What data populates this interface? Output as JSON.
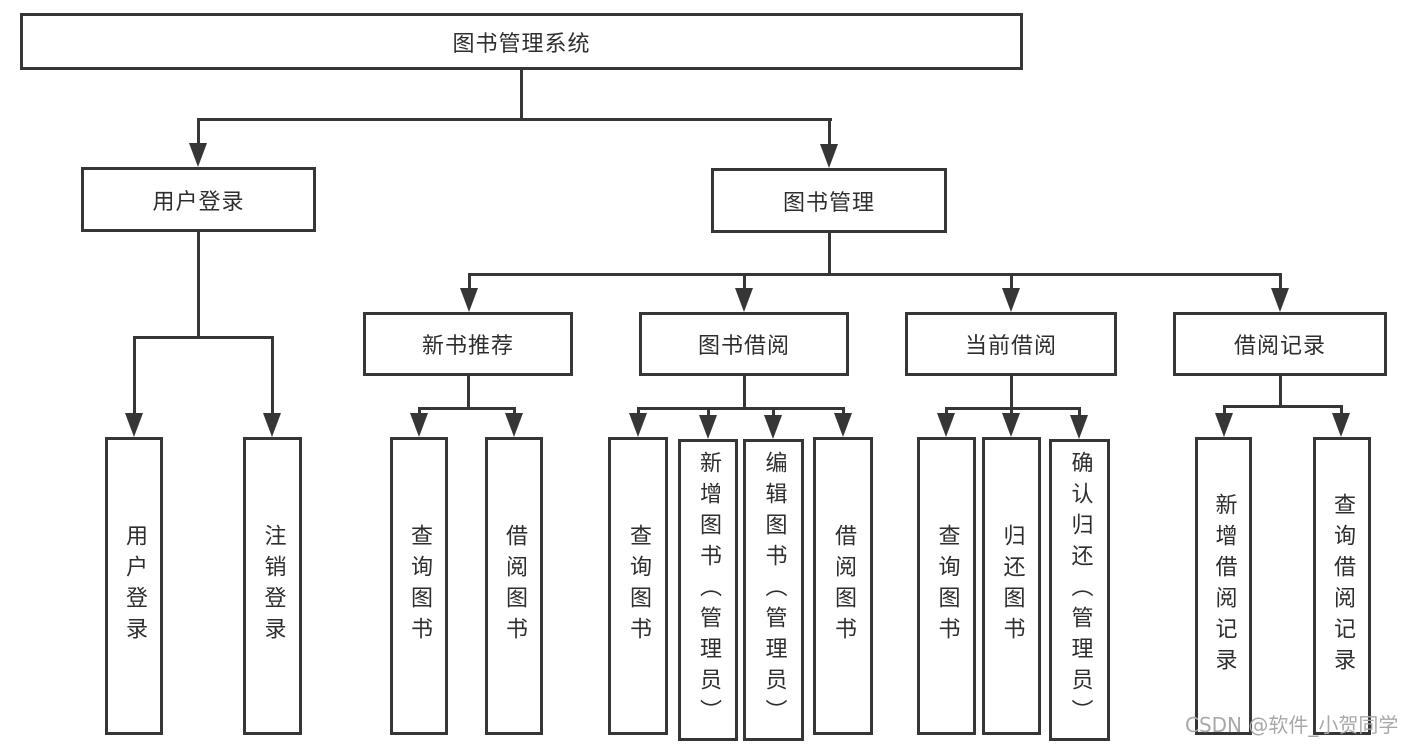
{
  "diagram": {
    "root": {
      "label": "图书管理系统"
    },
    "branches": [
      {
        "label": "用户登录",
        "children": [
          {
            "label": "用户登录"
          },
          {
            "label": "注销登录"
          }
        ]
      },
      {
        "label": "图书管理",
        "groups": [
          {
            "label": "新书推荐",
            "children": [
              {
                "label": "查询图书"
              },
              {
                "label": "借阅图书"
              }
            ]
          },
          {
            "label": "图书借阅",
            "children": [
              {
                "label": "查询图书"
              },
              {
                "label": "新增图书（管理员）"
              },
              {
                "label": "编辑图书（管理员）"
              },
              {
                "label": "借阅图书"
              }
            ]
          },
          {
            "label": "当前借阅",
            "children": [
              {
                "label": "查询图书"
              },
              {
                "label": "归还图书"
              },
              {
                "label": "确认归还（管理员）"
              }
            ]
          },
          {
            "label": "借阅记录",
            "children": [
              {
                "label": "新增借阅记录"
              },
              {
                "label": "查询借阅记录"
              }
            ]
          }
        ]
      }
    ]
  },
  "watermark": {
    "text": "CSDN @软件_小贺同学"
  },
  "colors": {
    "line": "#363636",
    "text": "#2e2e2e",
    "watermark": "#a9a9a9",
    "background": "#ffffff"
  }
}
